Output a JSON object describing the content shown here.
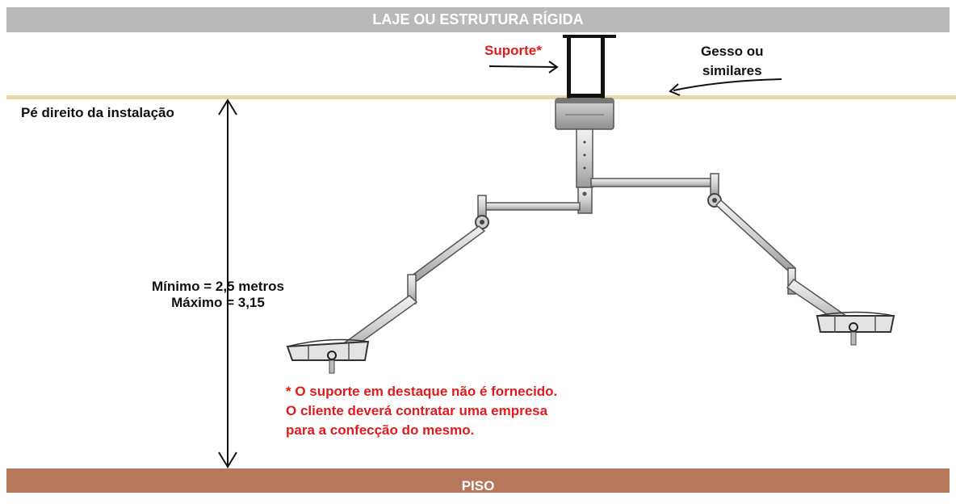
{
  "ceiling": {
    "label": "LAJE OU ESTRUTURA RÍGIDA"
  },
  "floor": {
    "label": "PISO"
  },
  "support": {
    "label": "Suporte*"
  },
  "plaster": {
    "line1": "Gesso ou",
    "line2": "similares"
  },
  "height": {
    "label": "Pé direito da instalação",
    "min": "Mínimo = 2,5 metros",
    "max": "Máximo = 3,15"
  },
  "note": {
    "line1": "* O suporte em destaque não é fornecido.",
    "line2": "O cliente deverá contratar uma empresa",
    "line3": "para a confecção do mesmo."
  },
  "colors": {
    "ceiling": "#b9b9b9",
    "floor": "#b8775a",
    "plaster": "#e8d9a8",
    "highlight": "#e01b1b"
  }
}
